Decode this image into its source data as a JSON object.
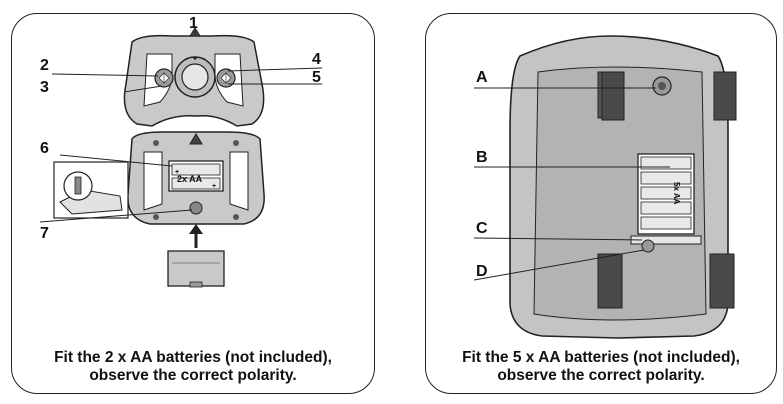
{
  "left": {
    "labels": [
      "1",
      "2",
      "3",
      "4",
      "5",
      "6",
      "7"
    ],
    "battery_text": "2x AA",
    "caption_line1": "Fit the 2 x AA batteries (not included),",
    "caption_line2": "observe the correct polarity."
  },
  "right": {
    "labels": [
      "A",
      "B",
      "C",
      "D"
    ],
    "battery_text": "5x AA",
    "caption_line1": "Fit the 5 x AA batteries (not included),",
    "caption_line2": "observe the correct polarity."
  }
}
